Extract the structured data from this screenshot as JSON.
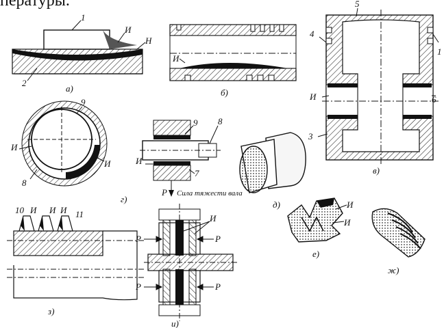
{
  "heading": "пературы.",
  "fig_a": {
    "caption": "а)",
    "labels": {
      "part1": "1",
      "part2": "2",
      "wear1": "И",
      "wear2": "Н"
    }
  },
  "fig_b": {
    "caption": "б)",
    "labels": {
      "wear": "И"
    }
  },
  "fig_v": {
    "caption": "в)",
    "labels": {
      "n3": "3",
      "n4": "4",
      "n5": "5",
      "n6": "6",
      "n1": "1",
      "wear": "И"
    }
  },
  "fig_g_left": {
    "labels": {
      "n9": "9",
      "n8": "8",
      "wear_l": "И",
      "wear_r": "И"
    }
  },
  "fig_g_right": {
    "caption": "г)",
    "labels": {
      "n9": "9",
      "n8": "8",
      "n7": "7",
      "wear": "И",
      "force": "Р",
      "note": "Сила тяжести вала"
    }
  },
  "fig_d": {
    "caption": "д)"
  },
  "fig_e": {
    "caption": "е)",
    "labels": {
      "wear1": "И",
      "wear2": "И"
    }
  },
  "fig_zh": {
    "caption": "ж)"
  },
  "fig_z": {
    "caption": "з)",
    "labels": {
      "n10": "10",
      "w1": "И",
      "w2": "И",
      "w3": "И",
      "n11": "11"
    }
  },
  "fig_i": {
    "caption": "и)",
    "labels": {
      "wear": "И",
      "p1": "Р",
      "p2": "Р",
      "p3": "Р",
      "p4": "Р"
    }
  }
}
